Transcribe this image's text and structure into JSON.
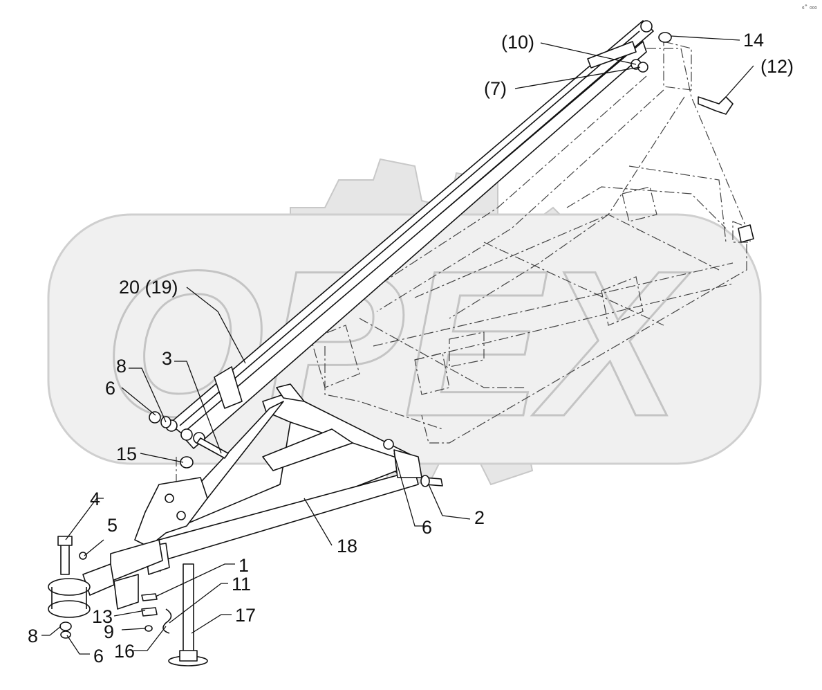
{
  "watermark": {
    "text": "OPEX"
  },
  "corner_mark": "₆° ₀₀₀",
  "callouts": [
    {
      "id": "c-10",
      "text": "(10)"
    },
    {
      "id": "c-14",
      "text": "14"
    },
    {
      "id": "c-12",
      "text": "(12)"
    },
    {
      "id": "c-7",
      "text": "(7)"
    },
    {
      "id": "c-20-19",
      "text": "20 (19)"
    },
    {
      "id": "c-8-top",
      "text": "8"
    },
    {
      "id": "c-3",
      "text": "3"
    },
    {
      "id": "c-6-left",
      "text": "6"
    },
    {
      "id": "c-15",
      "text": "15"
    },
    {
      "id": "c-4",
      "text": "4"
    },
    {
      "id": "c-5",
      "text": "5"
    },
    {
      "id": "c-2",
      "text": "2"
    },
    {
      "id": "c-6-right",
      "text": "6"
    },
    {
      "id": "c-18",
      "text": "18"
    },
    {
      "id": "c-1",
      "text": "1"
    },
    {
      "id": "c-11",
      "text": "11"
    },
    {
      "id": "c-17",
      "text": "17"
    },
    {
      "id": "c-13",
      "text": "13"
    },
    {
      "id": "c-9",
      "text": "9"
    },
    {
      "id": "c-8-bottom",
      "text": "8"
    },
    {
      "id": "c-16",
      "text": "16"
    },
    {
      "id": "c-6-bottom",
      "text": "6"
    }
  ]
}
